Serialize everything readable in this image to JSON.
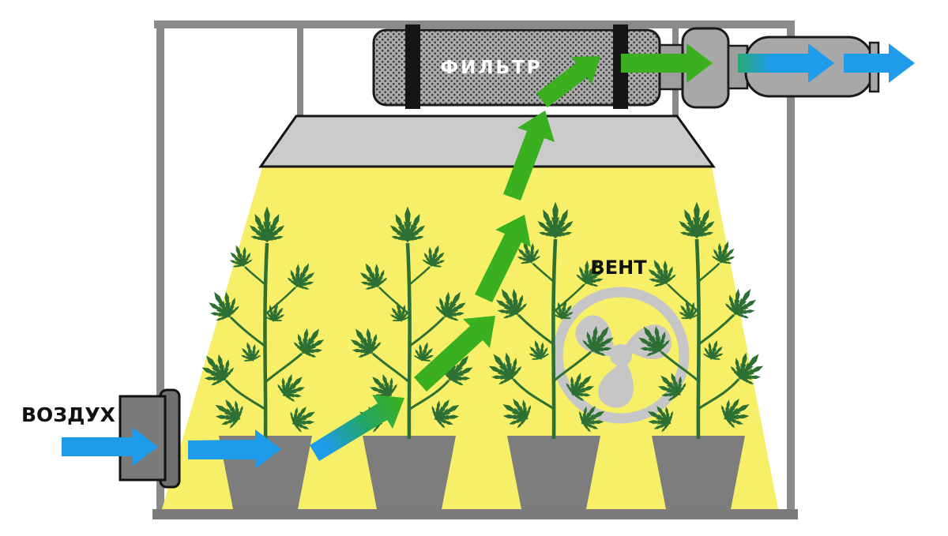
{
  "scene": {
    "type": "grow-tent-ventilation-diagram",
    "labels": {
      "air_intake": "ВОЗДУХ",
      "carbon_filter": "ФИЛЬТР",
      "circulation_fan": "ВЕНТ"
    },
    "colors": {
      "intake_air_arrow": "#1e9ce9",
      "exhaust_air_arrow": "#3ab021",
      "lamp_light_beam": "#f7ef67",
      "plant_green": "#2d7034",
      "tent_frame": "#8a8a8a",
      "equipment_gray": "#a8a8a8"
    },
    "icons": {
      "fan": "fan-blades-icon"
    }
  }
}
